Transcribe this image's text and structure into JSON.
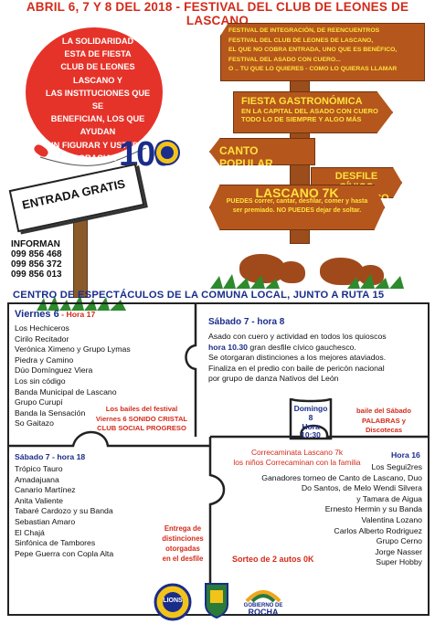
{
  "header": {
    "title": "ABRIL 6, 7 Y 8 DEL 2018 - FESTIVAL DEL CLUB DE LEONES DE LASCANO"
  },
  "balloon": {
    "lines": [
      "LA SOLIDARIDAD",
      "ESTA DE FIESTA",
      "CLUB DE LEONES LASCANO Y",
      "LAS INSTITUCIONES QUE SE",
      "BENEFICIAN, LOS QUE AYUDAN",
      "SIN FIGURAR Y USTEDES",
      "GRACIAS"
    ]
  },
  "logo_100": "100",
  "entrada": "ENTRADA GRATIS",
  "informan": {
    "label": "INFORMAN",
    "phones": [
      "099 856 468",
      "099 856 372",
      "099 856 013"
    ]
  },
  "sign1": {
    "lines": [
      "FESTIVAL DE INTEGRACIÓN, DE REENCUENTROS",
      "FESTIVAL DEL CLUB DE LEONES DE LASCANO,",
      "EL QUE NO COBRA ENTRADA, UNO QUE ES BENÉFICO,",
      "FESTIVAL DEL ASADO CON CUERO...",
      "O .. TU QUE LO QUIERES - COMO LO QUIERAS LLAMAR"
    ]
  },
  "sign2": {
    "title": "FIESTA GASTRONÓMICA",
    "lines": [
      "EN LA CAPITAL DEL ASADO CON CUERO",
      "TODO LO DE SIEMPRE Y ALGO MÁS"
    ]
  },
  "sign3": "CANTO POPULAR",
  "sign4": [
    "DESFILE CÍVICO",
    "GAUCHESCO"
  ],
  "sign5": {
    "title": "LASCANO 7K",
    "lines": [
      "PUEDES correr, cantar, desfilar, comer y hasta",
      "ser premiado. NO PUEDES dejar de soltar."
    ]
  },
  "venue": "CENTRO DE ESPECTÁCULOS DE LA COMUNA LOCAL, JUNTO A RUTA 15",
  "viernes": {
    "title": "Viernes 6",
    "hora": " - Hora 17",
    "items": [
      "Los Hechiceros",
      "Cirilo Recitador",
      "Verónica Ximeno y Grupo Lymas",
      "Piedra y Camino",
      "Dúo Domínguez  Viera",
      "Los sin código",
      "Banda Municipal de Lascano",
      "Grupo Curupí",
      "Banda la Sensación",
      "So  Gaitazo"
    ]
  },
  "bailes_viernes": [
    "Los bailes del festival",
    "Viernes 6 SONIDO CRISTAL",
    "CLUB SOCIAL PROGRESO"
  ],
  "sabado_top": {
    "title": "Sábado 7 - hora 8",
    "line1": "Asado con cuero y actividad en todos los quioscos",
    "hora_text": "hora 10.30",
    "line2": " gran desfile cívico gauchesco.",
    "line3": "Se otorgaran distinciones a los mejores ataviados.",
    "line4": "Finaliza en el predio con baile de pericón nacional",
    "line5": "por grupo de danza Nativos del León"
  },
  "domingo": [
    "Domingo",
    "8",
    "Hora",
    "10:30"
  ],
  "baile_sabado": [
    "baile del Sábado",
    "PALABRAS y",
    "Discotecas"
  ],
  "sabado_bottom": {
    "title": "Sábado 7 - hora 18",
    "items": [
      "Trópico Tauro",
      "Amadajuana",
      "Canario Martínez",
      "Anita Valiente",
      "Tabaré Cardozo y su Banda",
      "Sebastian Amaro",
      "El Chajá",
      "Sinfónica de Tambores",
      "Pepe Guerra con Copla Alta"
    ]
  },
  "entrega": [
    "Entrega de",
    "distinciones",
    "otorgadas",
    "en el desfile"
  ],
  "correcaminata": [
    "Correcaminata Lascano 7k",
    "los niños Correcaminan con la familia"
  ],
  "sorteo": "Sorteo de 2 autos 0K",
  "domingo_list": {
    "hora": "Hora 16",
    "items": [
      "Los Segui2res",
      "Ganadores torneo de Canto de Lascano, Duo",
      "Do Santos, de Melo Wendi Silvera",
      "y Tamara de Aigua",
      "Ernesto Hermin y su Banda",
      "Valentina Lozano",
      "Carlos Alberto Rodriguez",
      "Grupo Cerno",
      "Jorge Nasser",
      "Super Hobby"
    ]
  },
  "footer_logos": {
    "leones": "LIONS",
    "gobierno_line1": "GOBIERNO DE",
    "gobierno_line2": "ROCHA"
  },
  "colors": {
    "red": "#d32b1a",
    "blue": "#1a2d8a",
    "wood": "#b5561d",
    "yellow": "#ffe23a"
  }
}
